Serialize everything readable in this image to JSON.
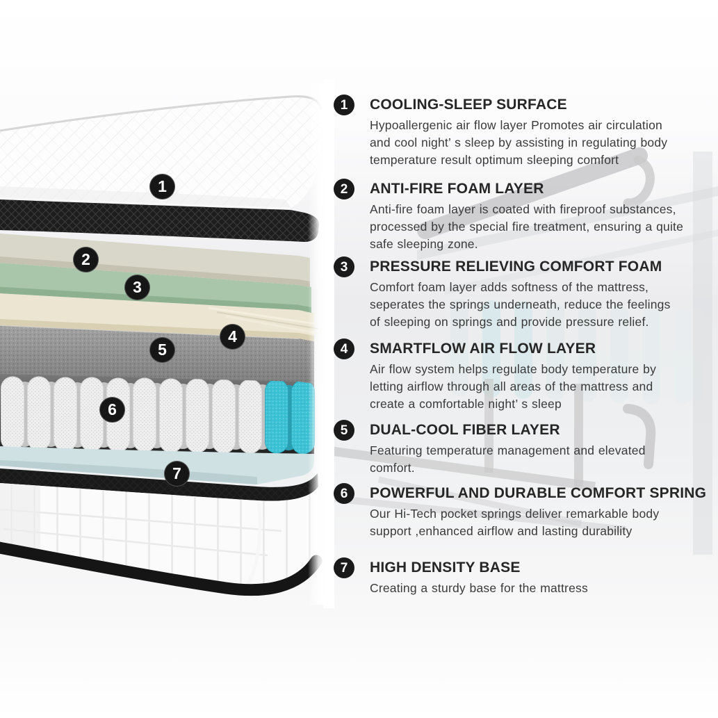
{
  "figure": {
    "type": "mattress-layer-cutaway-infographic",
    "marker_labels": [
      "1",
      "2",
      "3",
      "4",
      "5",
      "6",
      "7"
    ]
  },
  "sections": [
    {
      "number": "1",
      "title": "COOLING-SLEEP SURFACE",
      "lines": [
        "Hypoallergenic air flow layer Promotes air circulation",
        "and cool night’ s sleep by assisting in regulating body",
        "temperature result optimum sleeping comfort"
      ]
    },
    {
      "number": "2",
      "title": "ANTI-FIRE FOAM LAYER",
      "lines": [
        "Anti-fire foam layer is coated with fireproof substances,",
        "processed by the special fire treatment, ensuring a quite",
        "safe sleeping zone."
      ]
    },
    {
      "number": "3",
      "title": "PRESSURE RELIEVING COMFORT FOAM",
      "lines": [
        "Comfort foam layer adds softness of the mattress,",
        "seperates the springs underneath, reduce the feelings",
        "of sleeping on springs and provide pressure relief."
      ]
    },
    {
      "number": "4",
      "title": "SMARTFLOW AIR FLOW LAYER",
      "lines": [
        "Air flow system helps regulate body temperature by",
        "letting airflow through all areas of the mattress and",
        "create a comfortable night’ s sleep"
      ]
    },
    {
      "number": "5",
      "title": "DUAL-COOL FIBER LAYER",
      "lines": [
        "Featuring temperature management and elevated",
        "comfort."
      ]
    },
    {
      "number": "6",
      "title": "POWERFUL AND DURABLE COMFORT SPRING",
      "lines": [
        "Our Hi-Tech pocket springs deliver remarkable body",
        "support ,enhanced airflow and lasting durability"
      ]
    },
    {
      "number": "7",
      "title": "HIGH DENSITY BASE",
      "lines": [
        "Creating a sturdy base for the mattress"
      ]
    }
  ],
  "colors": {
    "badge_black": "#161616",
    "mesh_black": "#1d1d1d",
    "foam_greige": "#d9d6ca",
    "foam_green": "#a9c6ab",
    "foam_cream": "#ece5d1",
    "felt_gray": "#a2a2a2",
    "spring_white": "#efefef",
    "spring_teal": "#3ec2d5",
    "fiber_blue": "#cfe1e2",
    "base_white": "#fbfbfb"
  }
}
